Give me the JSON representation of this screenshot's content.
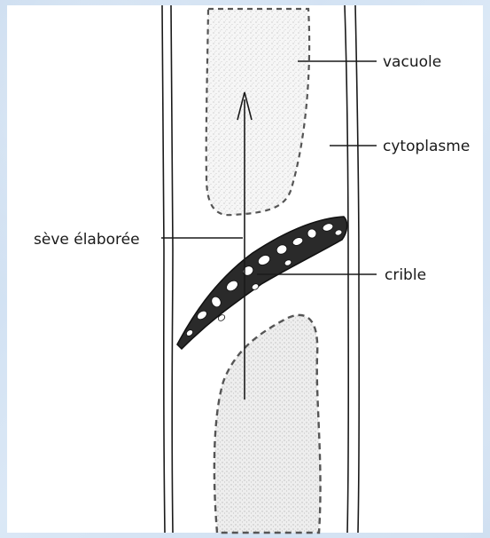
{
  "labels": {
    "vacuole": "vacuole",
    "cytoplasme": "cytoplasme",
    "seve": "sève élaborée",
    "crible": "crible"
  },
  "colors": {
    "background": "#cfe0f2",
    "ink": "#1a1a1a",
    "stipple": "#b8b8b8"
  }
}
